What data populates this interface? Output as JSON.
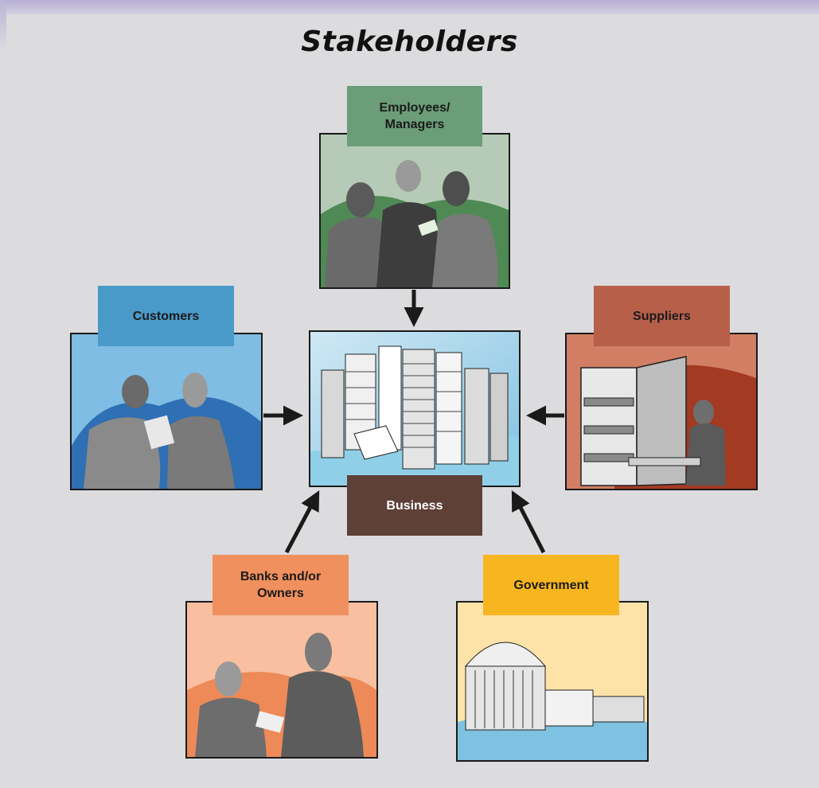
{
  "title": "Stakeholders",
  "center": {
    "label": "Business",
    "color": "#5e4036"
  },
  "stakeholders": [
    {
      "id": "employees",
      "label": "Employees/\nManagers",
      "color": "#6b9e78",
      "direction": "into-business"
    },
    {
      "id": "customers",
      "label": "Customers",
      "color": "#4a9ac9",
      "direction": "into-business"
    },
    {
      "id": "suppliers",
      "label": "Suppliers",
      "color": "#b85f4a",
      "direction": "into-business"
    },
    {
      "id": "banks",
      "label": "Banks and/or\nOwners",
      "color": "#f0905e",
      "direction": "into-business"
    },
    {
      "id": "government",
      "label": "Government",
      "color": "#f7b51f",
      "direction": "into-business"
    }
  ]
}
